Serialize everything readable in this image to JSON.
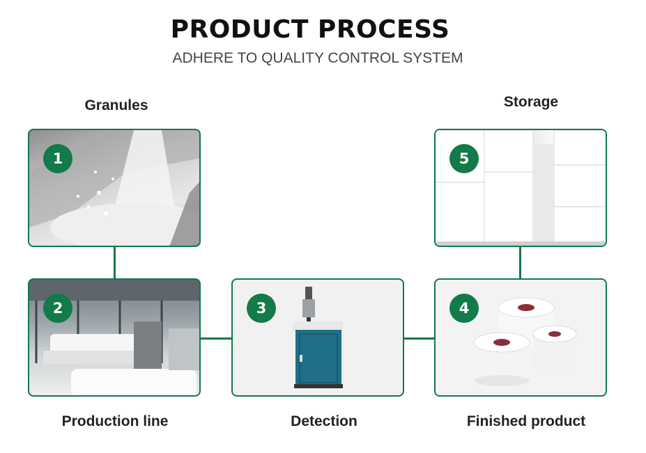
{
  "header": {
    "title": "PRODUCT PROCESS",
    "subtitle": "ADHERE TO QUALITY CONTROL SYSTEM"
  },
  "steps": [
    {
      "number": "1",
      "label": "Granules"
    },
    {
      "number": "2",
      "label": "Production line"
    },
    {
      "number": "3",
      "label": "Detection"
    },
    {
      "number": "4",
      "label": "Finished product"
    },
    {
      "number": "5",
      "label": "Storage"
    }
  ],
  "colors": {
    "accent": "#137a49",
    "title": "#111111",
    "subtitle": "#444444"
  }
}
